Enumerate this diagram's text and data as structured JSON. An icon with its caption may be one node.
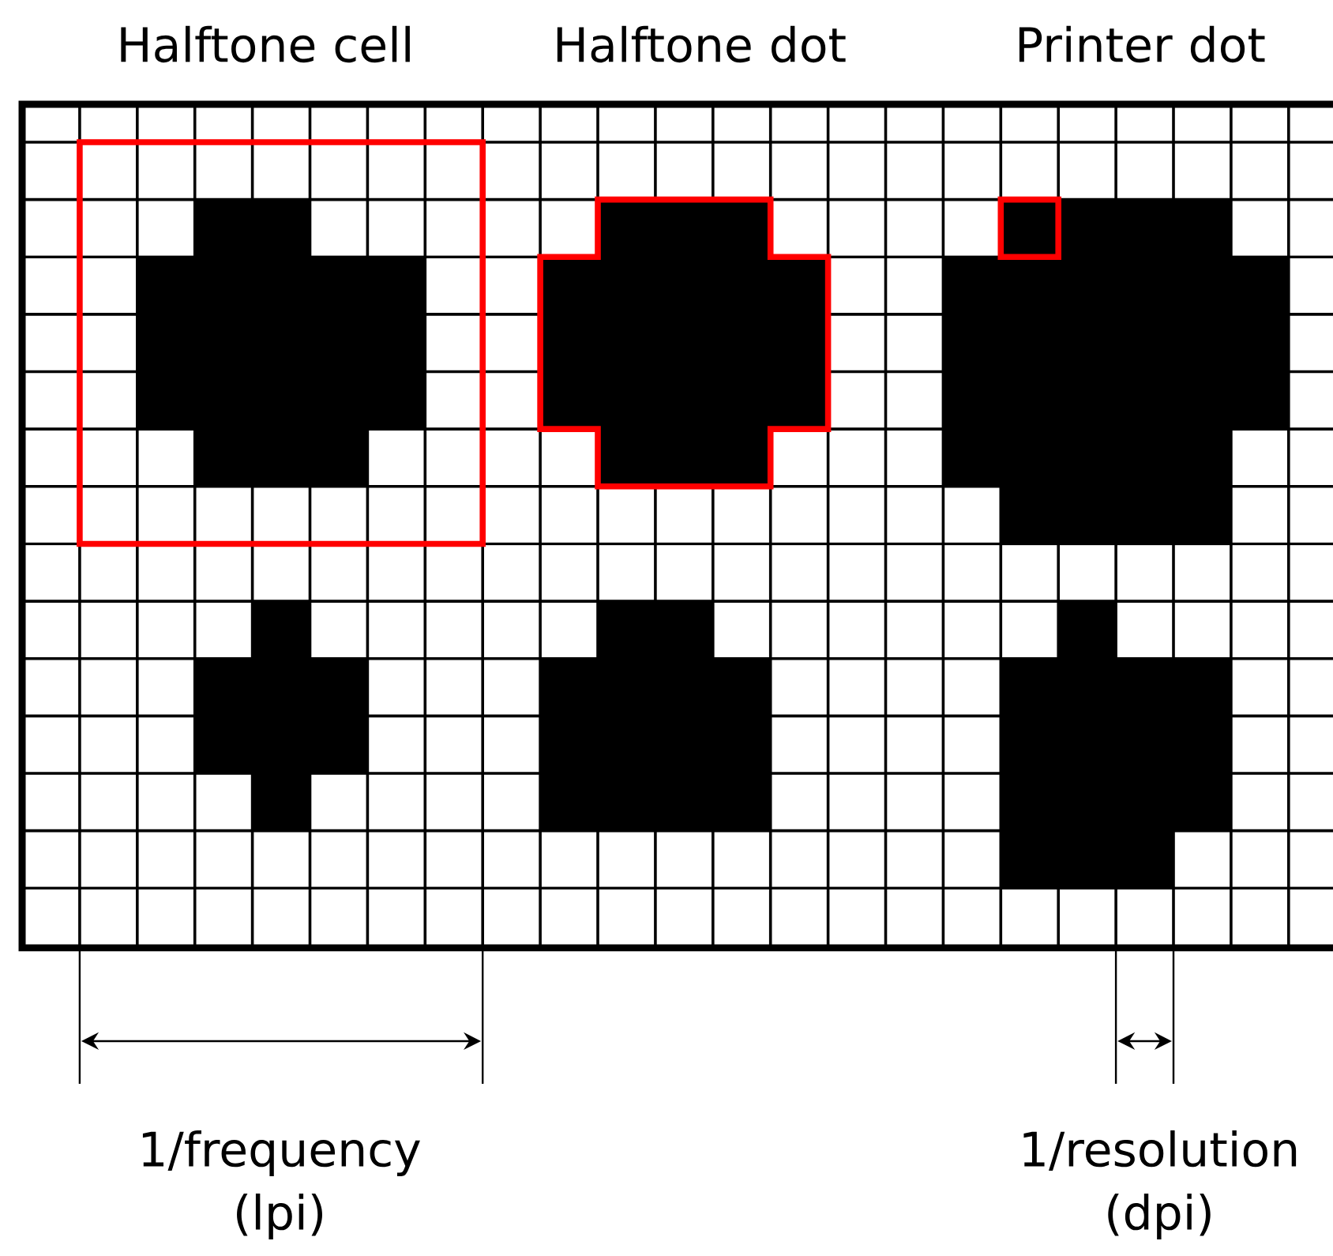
{
  "diagram": {
    "labels": [
      "Halftone cell",
      "Halftone dot",
      "Printer dot",
      "1/frequency (lpi)",
      "1/resolution (dpi)"
    ]
  }
}
